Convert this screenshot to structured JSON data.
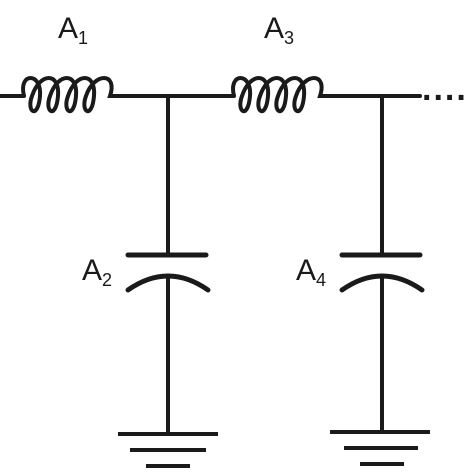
{
  "labels": {
    "a1": {
      "base": "A",
      "sub": "1"
    },
    "a2": {
      "base": "A",
      "sub": "2"
    },
    "a3": {
      "base": "A",
      "sub": "3"
    },
    "a4": {
      "base": "A",
      "sub": "4"
    }
  },
  "continuation": "....",
  "components": [
    {
      "name": "inductor",
      "label": "A1"
    },
    {
      "name": "capacitor",
      "label": "A2"
    },
    {
      "name": "inductor",
      "label": "A3"
    },
    {
      "name": "capacitor",
      "label": "A4"
    }
  ]
}
